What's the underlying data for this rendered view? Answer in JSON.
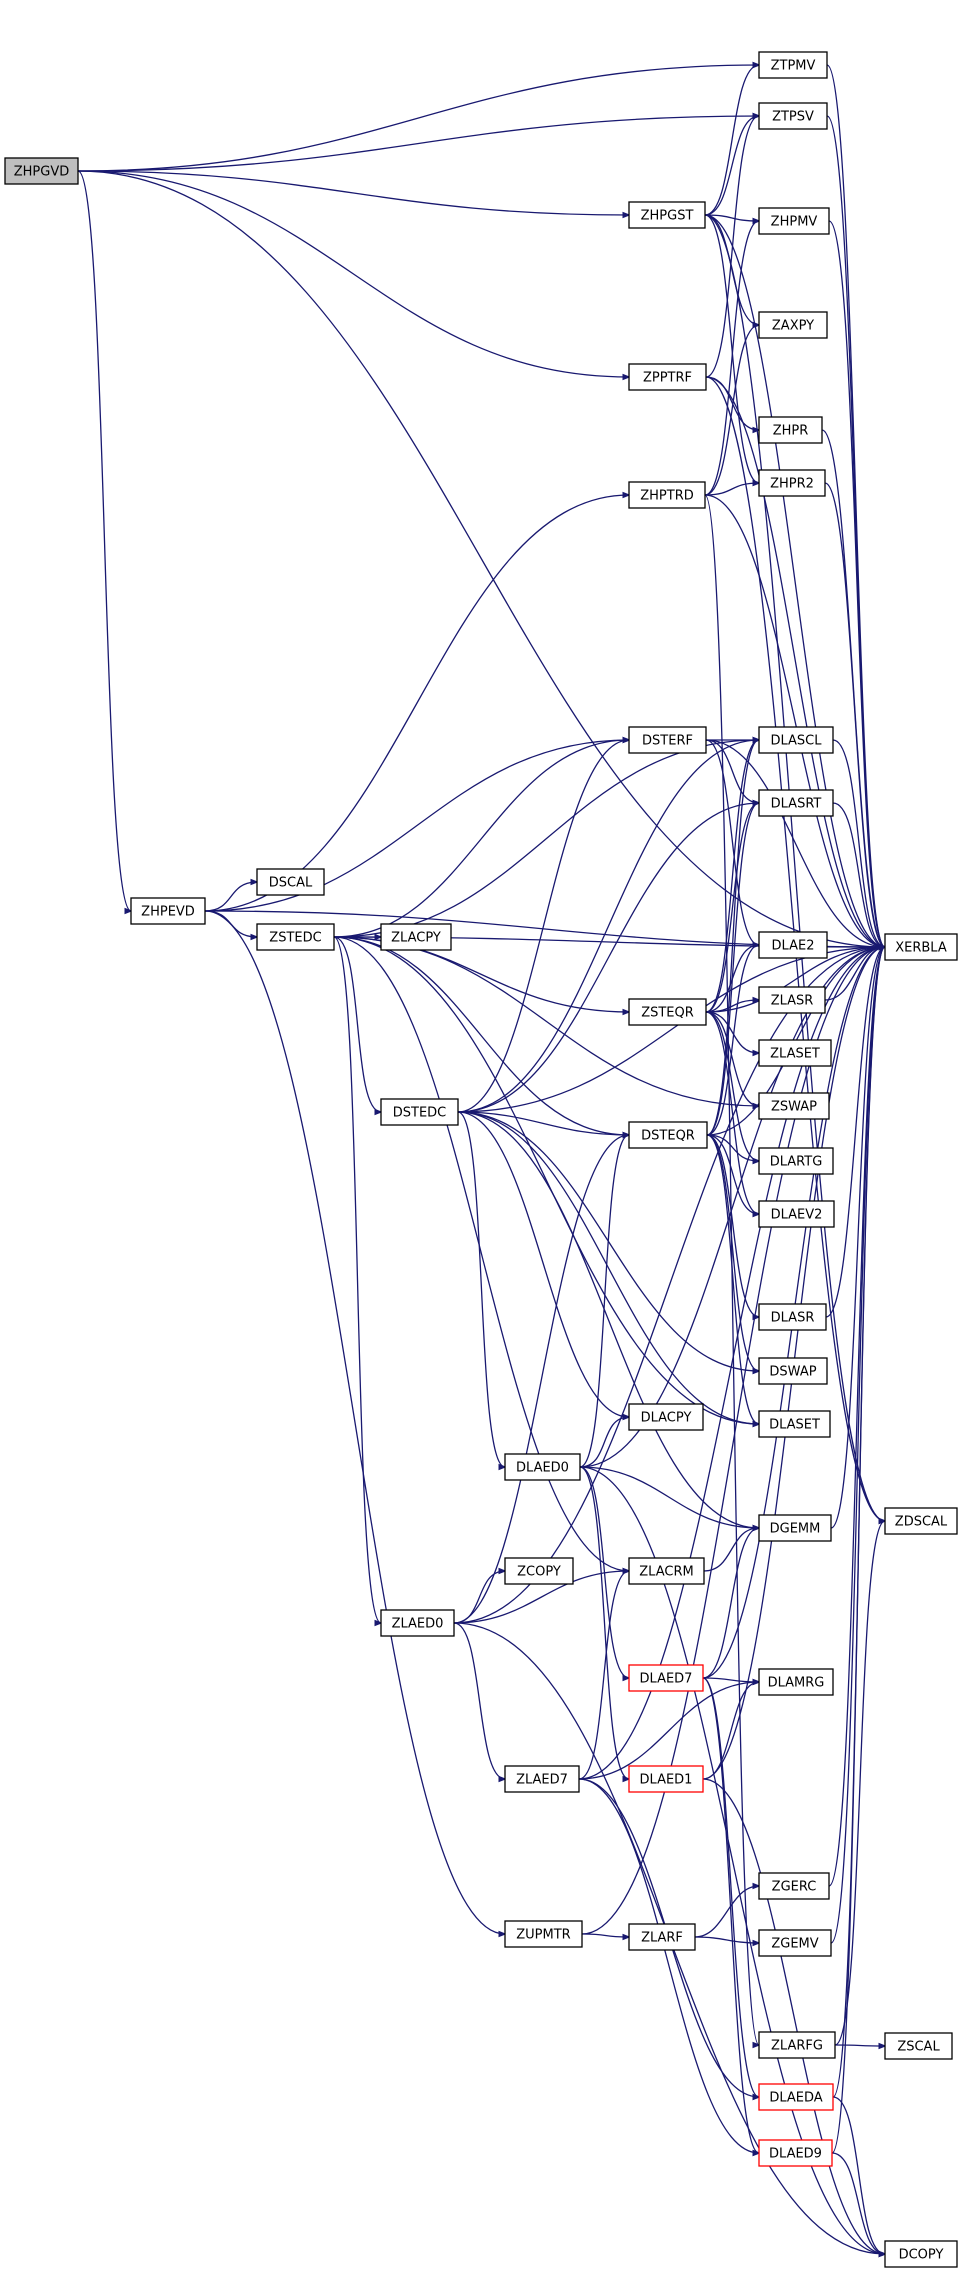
{
  "diagram": {
    "colors": {
      "edge": "#191970",
      "node_border": "#000000",
      "truncated_border": "#ff0000",
      "root_fill": "#bfbfbf",
      "node_fill": "#ffffff"
    },
    "root": "ZHPGVD",
    "truncated_nodes": [
      "DLAED7",
      "DLAED1",
      "DLAEDA",
      "DLAED9"
    ],
    "nodes": [
      "ZHPGVD",
      "ZHPEVD",
      "DSCAL",
      "ZSTEDC",
      "ZLACPY",
      "DSTEDC",
      "ZLAED0",
      "ZTPMV",
      "ZTPSV",
      "ZHPGST",
      "ZHPMV",
      "ZAXPY",
      "ZPPTRF",
      "ZHPR",
      "ZHPTRD",
      "ZHPR2",
      "DSTERF",
      "DLASCL",
      "DLASRT",
      "DLAE2",
      "XERBLA",
      "ZSTEQR",
      "ZLASR",
      "ZLASET",
      "ZSWAP",
      "DSTEQR",
      "DLARTG",
      "DLAEV2",
      "DLASR",
      "DSWAP",
      "DLACPY",
      "DLASET",
      "DLAED0",
      "DGEMM",
      "ZDSCAL",
      "ZCOPY",
      "ZLACRM",
      "DLAED7",
      "DLAMRG",
      "ZLAED7",
      "DLAED1",
      "ZUPMTR",
      "ZLARF",
      "ZGERC",
      "ZGEMV",
      "ZLARFG",
      "ZSCAL",
      "DLAEDA",
      "DLAED9",
      "DCOPY"
    ],
    "edges": [
      [
        "ZHPGVD",
        "ZTPMV"
      ],
      [
        "ZHPGVD",
        "ZTPSV"
      ],
      [
        "ZHPGVD",
        "ZHPGST"
      ],
      [
        "ZHPGVD",
        "ZPPTRF"
      ],
      [
        "ZHPGVD",
        "ZHPEVD"
      ],
      [
        "ZHPGVD",
        "XERBLA"
      ],
      [
        "ZHPEVD",
        "DSCAL"
      ],
      [
        "ZHPEVD",
        "ZSTEDC"
      ],
      [
        "ZHPEVD",
        "ZHPTRD"
      ],
      [
        "ZHPEVD",
        "DSTERF"
      ],
      [
        "ZHPEVD",
        "ZUPMTR"
      ],
      [
        "ZHPEVD",
        "XERBLA"
      ],
      [
        "ZHPEVD",
        "ZLASCL_SKIP"
      ],
      [
        "ZHPGST",
        "ZTPMV"
      ],
      [
        "ZHPGST",
        "ZTPSV"
      ],
      [
        "ZHPGST",
        "ZHPMV"
      ],
      [
        "ZHPGST",
        "ZAXPY"
      ],
      [
        "ZHPGST",
        "ZHPR2"
      ],
      [
        "ZHPGST",
        "ZDSCAL"
      ],
      [
        "ZHPGST",
        "XERBLA"
      ],
      [
        "ZPPTRF",
        "ZTPSV"
      ],
      [
        "ZPPTRF",
        "ZHPR"
      ],
      [
        "ZPPTRF",
        "ZDSCAL"
      ],
      [
        "ZPPTRF",
        "XERBLA"
      ],
      [
        "ZHPTRD",
        "ZHPMV"
      ],
      [
        "ZHPTRD",
        "ZAXPY"
      ],
      [
        "ZHPTRD",
        "ZHPR2"
      ],
      [
        "ZHPTRD",
        "ZLARFG"
      ],
      [
        "ZHPTRD",
        "XERBLA"
      ],
      [
        "ZSTEDC",
        "ZLACPY"
      ],
      [
        "ZSTEDC",
        "DSTERF"
      ],
      [
        "ZSTEDC",
        "DLASCL"
      ],
      [
        "ZSTEDC",
        "ZSTEQR"
      ],
      [
        "ZSTEDC",
        "DSTEQR"
      ],
      [
        "ZSTEDC",
        "DSTEDC"
      ],
      [
        "ZSTEDC",
        "ZSWAP"
      ],
      [
        "ZSTEDC",
        "ZLAED0"
      ],
      [
        "ZSTEDC",
        "ZLACRM"
      ],
      [
        "ZSTEDC",
        "DLASET"
      ],
      [
        "ZSTEDC",
        "XERBLA"
      ],
      [
        "DSTERF",
        "DLASCL"
      ],
      [
        "DSTERF",
        "DLASRT"
      ],
      [
        "DSTERF",
        "DLAE2"
      ],
      [
        "DSTERF",
        "XERBLA"
      ],
      [
        "ZSTEQR",
        "DLASCL"
      ],
      [
        "ZSTEQR",
        "DLASRT"
      ],
      [
        "ZSTEQR",
        "DLAE2"
      ],
      [
        "ZSTEQR",
        "ZLASR"
      ],
      [
        "ZSTEQR",
        "ZLASET"
      ],
      [
        "ZSTEQR",
        "ZSWAP"
      ],
      [
        "ZSTEQR",
        "DLARTG"
      ],
      [
        "ZSTEQR",
        "DLAEV2"
      ],
      [
        "ZSTEQR",
        "XERBLA"
      ],
      [
        "DSTEDC",
        "DSTERF"
      ],
      [
        "DSTEDC",
        "DLASCL"
      ],
      [
        "DSTEDC",
        "DLASRT"
      ],
      [
        "DSTEDC",
        "DSTEQR"
      ],
      [
        "DSTEDC",
        "DLACPY"
      ],
      [
        "DSTEDC",
        "DLASET"
      ],
      [
        "DSTEDC",
        "DLAED0"
      ],
      [
        "DSTEDC",
        "DGEMM"
      ],
      [
        "DSTEDC",
        "DSWAP"
      ],
      [
        "DSTEDC",
        "XERBLA"
      ],
      [
        "DSTEQR",
        "DLASCL"
      ],
      [
        "DSTEQR",
        "DLASRT"
      ],
      [
        "DSTEQR",
        "DLAE2"
      ],
      [
        "DSTEQR",
        "DLARTG"
      ],
      [
        "DSTEQR",
        "DLAEV2"
      ],
      [
        "DSTEQR",
        "DLASR"
      ],
      [
        "DSTEQR",
        "DSWAP"
      ],
      [
        "DSTEQR",
        "DLASET"
      ],
      [
        "DSTEQR",
        "XERBLA"
      ],
      [
        "DLAED0",
        "DSTEQR"
      ],
      [
        "DLAED0",
        "DLACPY"
      ],
      [
        "DLAED0",
        "DGEMM"
      ],
      [
        "DLAED0",
        "DLAED7"
      ],
      [
        "DLAED0",
        "DLAED1"
      ],
      [
        "DLAED0",
        "DCOPY"
      ],
      [
        "DLAED0",
        "XERBLA"
      ],
      [
        "ZLAED0",
        "DSTEQR"
      ],
      [
        "ZLAED0",
        "ZCOPY"
      ],
      [
        "ZLAED0",
        "ZLACRM"
      ],
      [
        "ZLAED0",
        "ZLAED7"
      ],
      [
        "ZLAED0",
        "DCOPY"
      ],
      [
        "ZLAED0",
        "XERBLA"
      ],
      [
        "ZLACRM",
        "DGEMM"
      ],
      [
        "DLAED7",
        "DGEMM"
      ],
      [
        "DLAED7",
        "DLAMRG"
      ],
      [
        "DLAED7",
        "DLAEDA"
      ],
      [
        "DLAED7",
        "DLAED9"
      ],
      [
        "DLAED7",
        "XERBLA"
      ],
      [
        "ZLAED7",
        "ZLACRM"
      ],
      [
        "ZLAED7",
        "DLAMRG"
      ],
      [
        "ZLAED7",
        "DLAEDA"
      ],
      [
        "ZLAED7",
        "DLAED9"
      ],
      [
        "ZLAED7",
        "XERBLA"
      ],
      [
        "DLAED1",
        "DLAMRG"
      ],
      [
        "DLAED1",
        "DLAED9_SKIP"
      ],
      [
        "DLAED1",
        "DCOPY"
      ],
      [
        "DLAED1",
        "XERBLA"
      ],
      [
        "ZUPMTR",
        "ZLARF"
      ],
      [
        "ZUPMTR",
        "XERBLA"
      ],
      [
        "ZLARF",
        "ZGERC"
      ],
      [
        "ZLARF",
        "ZGEMV"
      ],
      [
        "ZLARFG",
        "ZSCAL"
      ],
      [
        "ZLARFG",
        "ZDSCAL"
      ],
      [
        "DLAEDA",
        "DCOPY"
      ],
      [
        "DLAEDA",
        "XERBLA"
      ],
      [
        "DLAED9",
        "DCOPY"
      ],
      [
        "DLAED9",
        "XERBLA"
      ],
      [
        "ZTPMV",
        "XERBLA"
      ],
      [
        "ZTPSV",
        "XERBLA"
      ],
      [
        "ZHPMV",
        "XERBLA"
      ],
      [
        "ZHPR",
        "XERBLA"
      ],
      [
        "ZHPR2",
        "XERBLA"
      ],
      [
        "DLASCL",
        "XERBLA"
      ],
      [
        "DLASRT",
        "XERBLA"
      ],
      [
        "ZLASR",
        "XERBLA"
      ],
      [
        "DLASR",
        "XERBLA"
      ],
      [
        "DGEMM",
        "XERBLA"
      ],
      [
        "ZGERC",
        "XERBLA"
      ],
      [
        "ZGEMV",
        "XERBLA"
      ]
    ]
  }
}
